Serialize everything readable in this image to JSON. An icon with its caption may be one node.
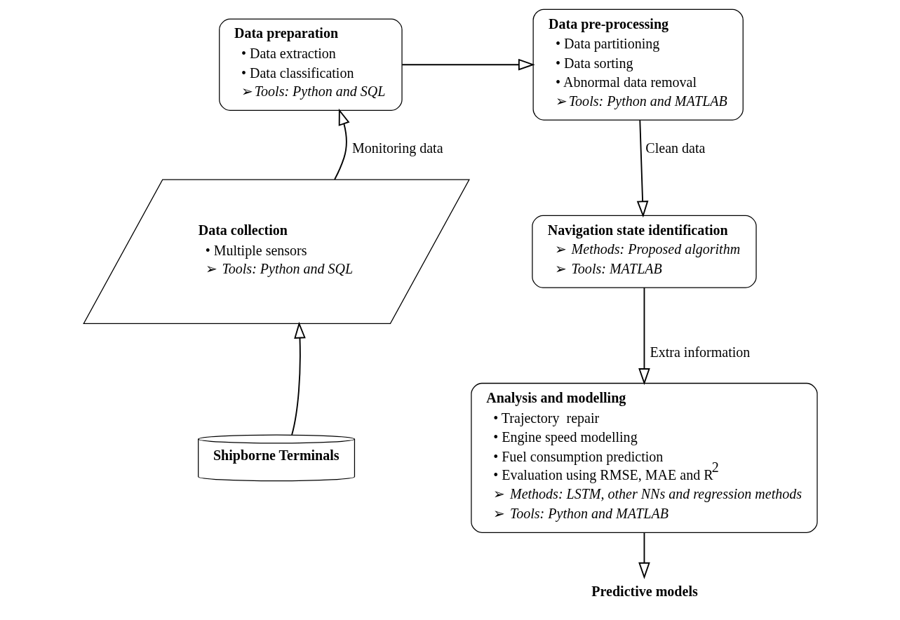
{
  "diagram": {
    "nodes": [
      {
        "text": [
          "Data preparation",
          "• Data extraction",
          "• Data classification",
          "➢*Tools: Python and SQL*"
        ]
      },
      {
        "text": [
          "Data pre-processing",
          "• Data partitioning",
          "• Data sorting",
          "• Abnormal data removal",
          "➢*Tools: Python and MATLAB*"
        ]
      },
      {
        "text": [
          "Navigation state identification",
          "➢ *Methods: Proposed algorithm*",
          "➢ *Tools: MATLAB*"
        ]
      },
      {
        "text": [
          "Analysis and modelling",
          "• Trajectory  repair",
          "• Engine speed modelling",
          "• Fuel consumption prediction",
          "• Evaluation using RMSE, MAE and R$^{2}$",
          "➢ *Methods: LSTM, other NNs and regression methods*",
          "➢ *Tools: Python and MATLAB*"
        ]
      },
      {
        "text": [
          "Data collection",
          "• Multiple sensors",
          "➢ *Tools: Python and SQL*"
        ]
      },
      {
        "text": [
          "Shipborne Terminals"
        ]
      },
      {
        "text": [
          "Predictive models"
        ]
      }
    ],
    "edges": [
      {
        "from": 5,
        "to": 4,
        "arrow": "to"
      },
      {
        "from": 4,
        "to": 0,
        "arrow": "to",
        "label": "Monitoring data"
      },
      {
        "from": 0,
        "to": 1,
        "arrow": "to"
      },
      {
        "from": 1,
        "to": 2,
        "arrow": "to",
        "label": "Clean data"
      },
      {
        "from": 2,
        "to": 3,
        "arrow": "to",
        "label": "Extra information"
      },
      {
        "from": 3,
        "to": 6,
        "arrow": "to"
      }
    ]
  }
}
